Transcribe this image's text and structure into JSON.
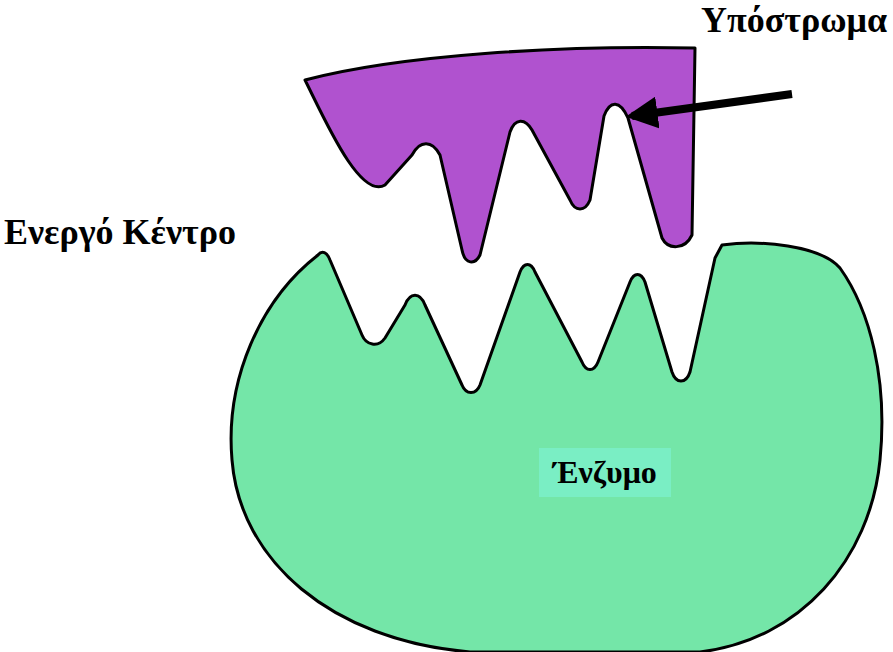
{
  "diagram": {
    "nodes": [
      {
        "text": [
          "Ένζυμο"
        ]
      }
    ],
    "labels": [
      "Υπόστρωμα",
      "Ενεργό Κέντρο"
    ]
  }
}
